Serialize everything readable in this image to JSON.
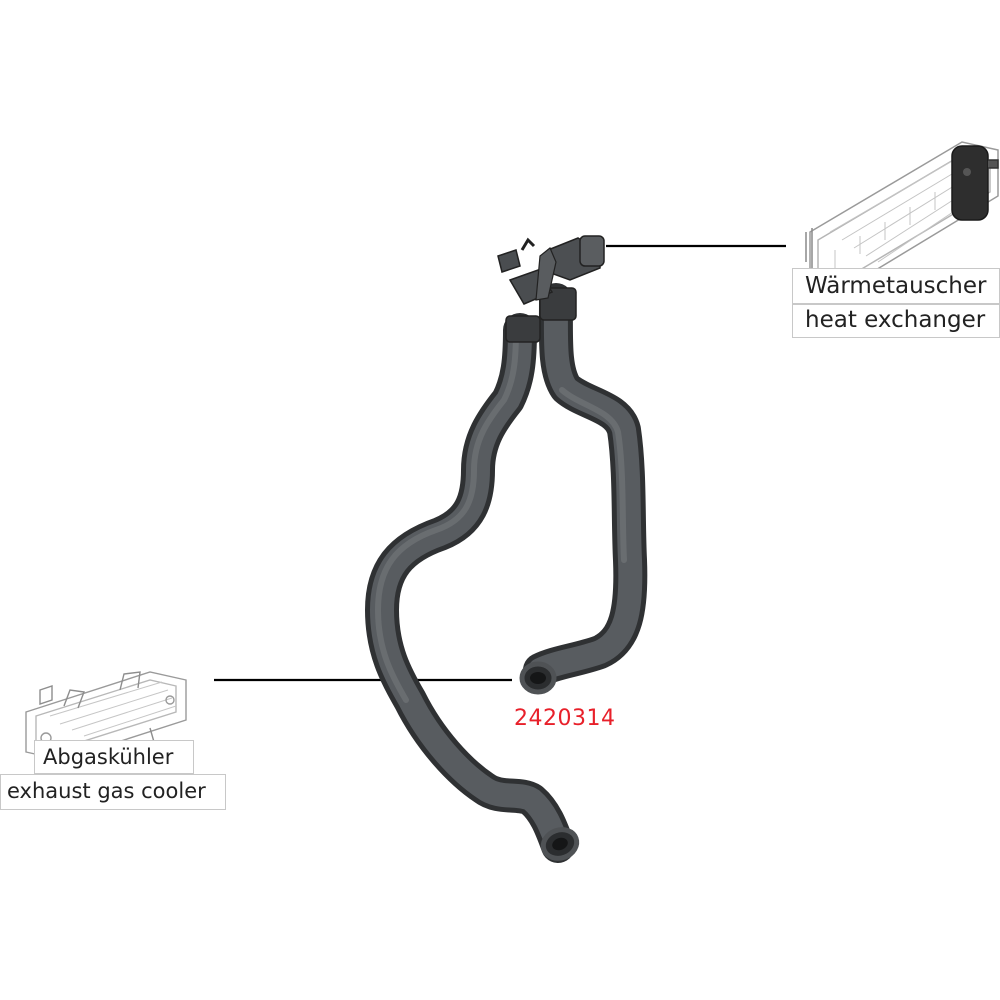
{
  "part_number": "2420314",
  "heat_exchanger": {
    "label_de": "Wärmetauscher",
    "label_en": "heat exchanger"
  },
  "exhaust_gas_cooler": {
    "label_de": "Abgaskühler",
    "label_en": "exhaust gas cooler"
  },
  "colors": {
    "hose": "#4a4d50",
    "hose_highlight": "#6b6f73",
    "leader_line": "#000000",
    "part_number": "#e8202a",
    "sketch": "#9a9a9a"
  },
  "icons": [
    "heat-exchanger-icon",
    "exhaust-gas-cooler-icon",
    "coolant-hose-icon"
  ]
}
